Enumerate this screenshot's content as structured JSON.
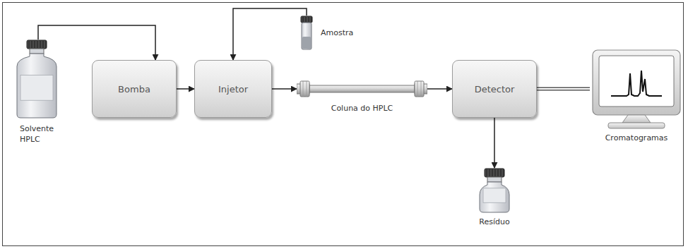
{
  "diagram": {
    "nodes": [
      {
        "text": [
          "Solvente HPLC"
        ]
      },
      {
        "text": [
          "Bomba"
        ]
      },
      {
        "text": [
          "Injetor"
        ]
      },
      {
        "text": [
          "Amostra"
        ]
      },
      {
        "text": [
          "Coluna do HPLC"
        ]
      },
      {
        "text": [
          "Detector"
        ]
      },
      {
        "text": [
          "Resíduo"
        ]
      },
      {
        "text": [
          "Cromatogramas"
        ]
      }
    ],
    "edges": [
      {
        "from": 0,
        "to": 1,
        "arrow": "to"
      },
      {
        "from": 1,
        "to": 2,
        "arrow": "to"
      },
      {
        "from": 3,
        "to": 2,
        "arrow": "to"
      },
      {
        "from": 2,
        "to": 4,
        "arrow": "to"
      },
      {
        "from": 4,
        "to": 5,
        "arrow": "to"
      },
      {
        "from": 5,
        "to": 6,
        "arrow": "to"
      },
      {
        "from": 5,
        "to": 7,
        "arrow": "none"
      }
    ]
  }
}
